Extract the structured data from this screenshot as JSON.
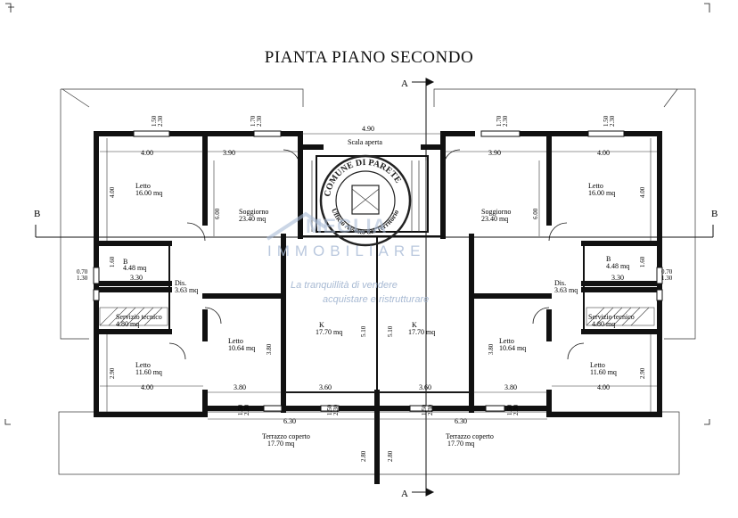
{
  "plan": {
    "title": "PIANTA PIANO SECONDO",
    "section_a_top": "A",
    "section_a_bottom": "A",
    "section_b_left": "B",
    "section_b_right": "B",
    "stair_label": "Scala aperta",
    "top_dimension": "4.90",
    "rooms": {
      "letto_top_left": {
        "name": "Letto",
        "area": "16.00 mq"
      },
      "soggiorno_left": {
        "name": "Soggiorno",
        "area": "23.40 mq"
      },
      "bagno_left": {
        "name": "B",
        "area": "4.48 mq"
      },
      "dis_left": {
        "name": "Dis.",
        "area": "3.63 mq"
      },
      "servizio_left": {
        "name": "Servizio tecnico",
        "area": "4.80 mq"
      },
      "letto_mid_left": {
        "name": "Letto",
        "area": "10.64 mq"
      },
      "cucina_left": {
        "name": "K",
        "area": "17.70 mq"
      },
      "letto_bottom_left": {
        "name": "Letto",
        "area": "11.60 mq"
      },
      "terrazzo_left": {
        "name": "Terrazzo coperto",
        "area": "17.70 mq"
      },
      "letto_top_right": {
        "name": "Letto",
        "area": "16.00 mq"
      },
      "soggiorno_right": {
        "name": "Soggiorno",
        "area": "23.40 mq"
      },
      "bagno_right": {
        "name": "B",
        "area": "4.48 mq"
      },
      "dis_right": {
        "name": "Dis.",
        "area": "3.63 mq"
      },
      "servizio_right": {
        "name": "Servizio tecnico",
        "area": "4.80 mq"
      },
      "letto_mid_right": {
        "name": "Letto",
        "area": "10.64 mq"
      },
      "cucina_right": {
        "name": "K",
        "area": "17.70 mq"
      },
      "letto_bottom_right": {
        "name": "Letto",
        "area": "11.60 mq"
      },
      "terrazzo_right": {
        "name": "Terrazzo coperto",
        "area": "17.70 mq"
      }
    },
    "dims": {
      "d_400a": "4.00",
      "d_390a": "3.90",
      "d_390b": "3.90",
      "d_400b": "4.00",
      "d_400c": "4.00",
      "d_400d": "4.00",
      "d_380a": "3.80",
      "d_360a": "3.60",
      "d_360b": "3.60",
      "d_380b": "3.80",
      "d_230a": "2.30",
      "d_230b": "2.30",
      "d_630a": "6.30",
      "d_630b": "6.30",
      "d_330a": "3.30",
      "d_330b": "3.30",
      "v_400l": "4.00",
      "v_400r": "4.00",
      "v_600l": "6.00",
      "v_600r": "6.00",
      "v_160l": "1.60",
      "v_160r": "1.60",
      "v_290l": "2.90",
      "v_290r": "2.90",
      "v_380l": "3.80",
      "v_380r": "3.80",
      "v_510l": "5.10",
      "v_510r": "5.10",
      "v_280l": "2.80",
      "v_280r": "2.80",
      "w_150": "1.50",
      "w_230": "2.30",
      "w_170": "1.70",
      "w_070": "0.70",
      "w_130": "1.30"
    }
  },
  "watermark": {
    "stamp_line1": "COMUNE DI PARETE",
    "stamp_line2": "Ufficio Assetto del Territorio",
    "brand_top": "MEGLIA",
    "brand": "IMMOBILIARE",
    "tagline1": "La tranquillità di vendere",
    "tagline2": "acquistare e ristrutturare"
  },
  "colors": {
    "ink": "#111111",
    "watermark": "#a9bbd6",
    "stamp": "#222222"
  }
}
